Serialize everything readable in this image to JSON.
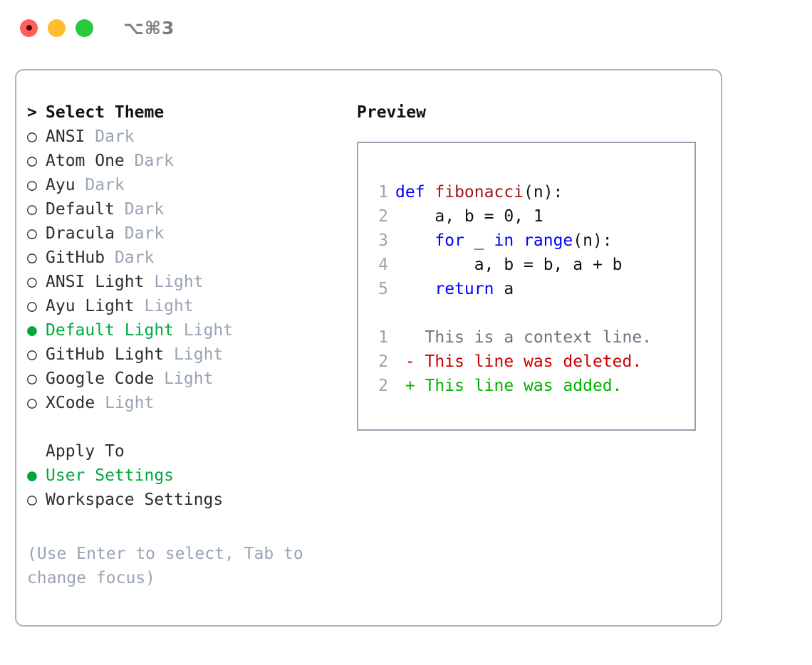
{
  "titlebar": {
    "lights": [
      {
        "name": "close",
        "color": "#ff605c"
      },
      {
        "name": "minimize",
        "color": "#ffbd2e"
      },
      {
        "name": "maximize",
        "color": "#28c840"
      }
    ],
    "shortcut": "⌥⌘3"
  },
  "colors": {
    "selected_green": "#00a83c",
    "muted": "#98a3b3",
    "hint": "#9aa4b4",
    "panel_border": "#aab3c0",
    "preview_border": "#95a1b2",
    "keyword_blue": "#0000ff",
    "function_red": "#a31515",
    "diff_delete": "#cc0000",
    "diff_add": "#00b200"
  },
  "theme_list": {
    "header": {
      "marker": ">",
      "label": "Select Theme"
    },
    "items": [
      {
        "marker": "○",
        "label": "ANSI",
        "badge": "Dark",
        "selected": false
      },
      {
        "marker": "○",
        "label": "Atom One",
        "badge": "Dark",
        "selected": false
      },
      {
        "marker": "○",
        "label": "Ayu",
        "badge": "Dark",
        "selected": false
      },
      {
        "marker": "○",
        "label": "Default",
        "badge": "Dark",
        "selected": false
      },
      {
        "marker": "○",
        "label": "Dracula",
        "badge": "Dark",
        "selected": false
      },
      {
        "marker": "○",
        "label": "GitHub",
        "badge": "Dark",
        "selected": false
      },
      {
        "marker": "○",
        "label": "ANSI Light",
        "badge": "Light",
        "selected": false
      },
      {
        "marker": "○",
        "label": "Ayu Light",
        "badge": "Light",
        "selected": false
      },
      {
        "marker": "●",
        "label": "Default Light",
        "badge": "Light",
        "selected": true
      },
      {
        "marker": "○",
        "label": "GitHub Light",
        "badge": "Light",
        "selected": false
      },
      {
        "marker": "○",
        "label": "Google Code",
        "badge": "Light",
        "selected": false
      },
      {
        "marker": "○",
        "label": "XCode",
        "badge": "Light",
        "selected": false
      }
    ]
  },
  "apply_to": {
    "header": {
      "marker": " ",
      "label": "Apply To"
    },
    "items": [
      {
        "marker": "●",
        "label": "User Settings",
        "selected": true
      },
      {
        "marker": "○",
        "label": "Workspace Settings",
        "selected": false
      }
    ]
  },
  "hint": "(Use Enter to select, Tab to change focus)",
  "preview": {
    "title": "Preview",
    "code_lines": [
      {
        "num": "1",
        "tokens": [
          {
            "t": "def ",
            "c": "kw"
          },
          {
            "t": "fibonacci",
            "c": "fn"
          },
          {
            "t": "(n):",
            "c": "pl"
          }
        ]
      },
      {
        "num": "2",
        "tokens": [
          {
            "t": "    a, b = 0, 1",
            "c": "pl"
          }
        ]
      },
      {
        "num": "3",
        "tokens": [
          {
            "t": "    ",
            "c": "pl"
          },
          {
            "t": "for",
            "c": "kw"
          },
          {
            "t": " _ ",
            "c": "pl"
          },
          {
            "t": "in range",
            "c": "kw"
          },
          {
            "t": "(n):",
            "c": "pl"
          }
        ]
      },
      {
        "num": "4",
        "tokens": [
          {
            "t": "        a, b = b, a + b",
            "c": "pl"
          }
        ]
      },
      {
        "num": "5",
        "tokens": [
          {
            "t": "    ",
            "c": "pl"
          },
          {
            "t": "return",
            "c": "kw"
          },
          {
            "t": " a",
            "c": "pl"
          }
        ]
      }
    ],
    "diff_lines": [
      {
        "num": "1",
        "tokens": [
          {
            "t": "   This is a context line.",
            "c": "ctx"
          }
        ]
      },
      {
        "num": "2",
        "tokens": [
          {
            "t": " - This line was deleted.",
            "c": "del"
          }
        ]
      },
      {
        "num": "2",
        "tokens": [
          {
            "t": " + This line was added.",
            "c": "add"
          }
        ]
      }
    ]
  }
}
